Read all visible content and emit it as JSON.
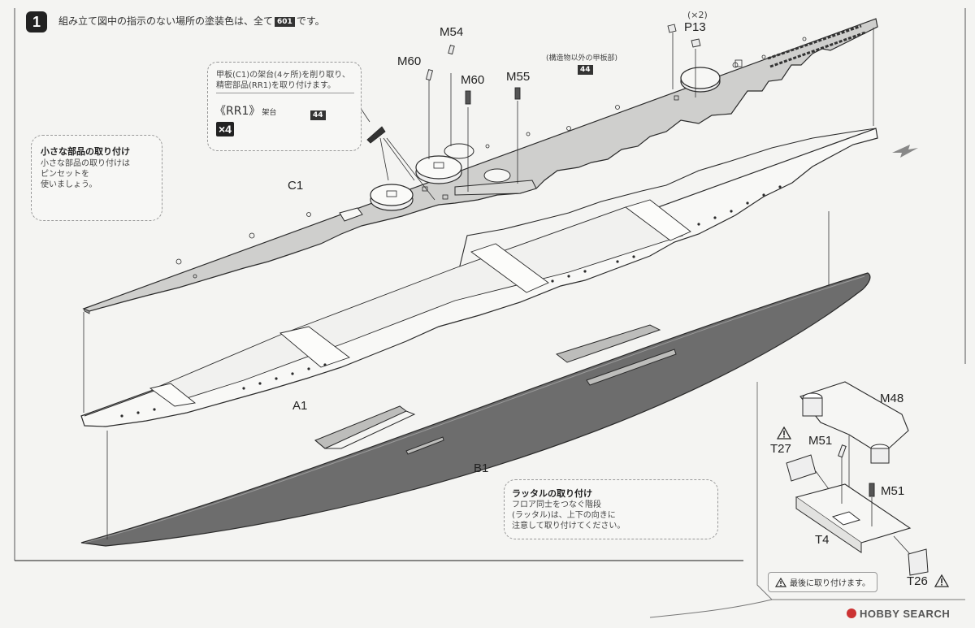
{
  "step": {
    "number": "1",
    "instruction_pre": "組み立て図中の指示のない場所の塗装色は、全て",
    "instruction_code": "601",
    "instruction_post": "です。"
  },
  "callout_deck": {
    "line1": "甲板(C1)の架台(4ヶ所)を削り取り、",
    "line2": "精密部品(RR1)を取り付けます。",
    "part": "《RR1》",
    "part_desc": "架台",
    "multiplier": "×4",
    "color_code": "44"
  },
  "callout_small_parts": {
    "title": "小さな部品の取り付け",
    "line1": "小さな部品の取り付けは",
    "line2": "ピンセットを",
    "line3": "使いましょう。"
  },
  "deck_note": {
    "text": "(構造物以外の甲板部)",
    "color_code": "44"
  },
  "part_labels": {
    "m54": "M54",
    "m60a": "M60",
    "m60b": "M60",
    "m55": "M55",
    "p13": "P13",
    "p13_qty": "(×2)",
    "c1": "C1",
    "a1": "A1",
    "b1": "B1",
    "m48": "M48",
    "m51a": "M51",
    "m51b": "M51",
    "t27": "T27",
    "t4": "T4",
    "t26": "T26"
  },
  "ladder_note": {
    "title": "ラッタルの取り付け",
    "line1": "フロア同士をつなぐ階段",
    "line2": "(ラッタル)は、上下の向きに",
    "line3": "注意して取り付けてください。"
  },
  "warning": {
    "text": "最後に取り付けます。"
  },
  "watermark": {
    "text": "HOBBY SEARCH"
  },
  "colors": {
    "deck_fill": "#cfcfcd",
    "hull_fill": "#f8f8f6",
    "bottom_fill": "#6d6d6d",
    "ink": "#2a2a2a"
  }
}
